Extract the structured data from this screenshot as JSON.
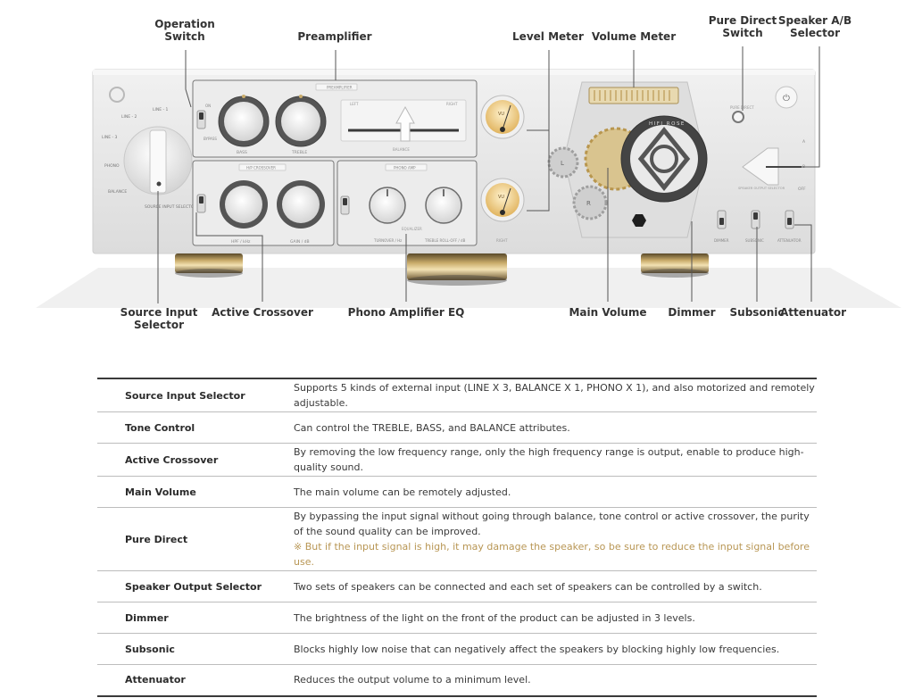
{
  "colors": {
    "accent_gold": "#b89654",
    "panel": "#e9e9e9",
    "rule": "#3a3a3a"
  },
  "callouts": {
    "operation_switch": "Operation\nSwitch",
    "preamplifier": "Preamplifier",
    "level_meter": "Level Meter",
    "volume_meter": "Volume Meter",
    "pure_direct_switch": "Pure Direct\nSwitch",
    "speaker_ab_selector": "Speaker A/B\nSelector",
    "source_input_selector": "Source Input\nSelector",
    "active_crossover": "Active Crossover",
    "phono_amplifier_eq": "Phono Amplifier EQ",
    "main_volume": "Main Volume",
    "dimmer": "Dimmer",
    "subsonic": "Subsonic",
    "attenuator": "Attenuator"
  },
  "device": {
    "preamp_header": "PREAMPLIFIER",
    "hp_crossover_header": "H/P CROSSOVER",
    "phono_amp_header": "PHONO AMP",
    "line1": "LINE - 1",
    "line2": "LINE - 2",
    "line3": "LINE - 3",
    "phono": "PHONO",
    "balance": "BALANCE",
    "source_input_label": "SOURCE INPUT SELECTOR",
    "on": "ON",
    "bypass": "BYPASS",
    "off": "OFF",
    "bass": "BASS",
    "treble": "TREBLE",
    "balance_label": "BALANCE",
    "left": "LEFT",
    "right": "RIGHT",
    "hpf_khz": "HPF / kHz",
    "gain_db": "GAIN / dB",
    "turnover_hz": "TURNOVER / Hz",
    "treble_roll": "TREBLE ROLL-OFF / dB",
    "equalizer": "EQUALIZER",
    "vu": "VU",
    "pure_direct": "PURE DIRECT",
    "speaker_output_label": "SPEAKER OUTPUT SELECTOR",
    "dimmer": "DIMMER",
    "subsonic": "SUBSONIC",
    "attenuator": "ATTENUATOR",
    "brand": "HIFI ROSE",
    "a": "A",
    "b": "B",
    "r": "R",
    "l": "L"
  },
  "features": [
    {
      "name": "Source Input Selector",
      "desc": "Supports 5 kinds of external input (LINE X 3, BALANCE X 1, PHONO X 1), and also motorized and remotely adjustable."
    },
    {
      "name": "Tone Control",
      "desc": "Can control the TREBLE, BASS, and BALANCE attributes."
    },
    {
      "name": "Active Crossover",
      "desc": "By removing the low frequency range, only the high frequency range is output, enable to produce high-quality sound."
    },
    {
      "name": "Main Volume",
      "desc": "The main volume can be remotely adjusted."
    },
    {
      "name": "Pure Direct",
      "desc": "By bypassing the input signal without going through balance, tone control or active crossover, the purity of the sound quality can be improved.",
      "note": "※ But if the input signal is high, it may damage the speaker, so be sure to reduce the input signal before use."
    },
    {
      "name": "Speaker Output Selector",
      "desc": "Two sets of speakers can be connected and each set of speakers can be controlled by a switch."
    },
    {
      "name": "Dimmer",
      "desc": "The brightness of the light on the front of the product can be adjusted in 3 levels."
    },
    {
      "name": "Subsonic",
      "desc": "Blocks highly low noise that can negatively affect the speakers by blocking highly low frequencies."
    },
    {
      "name": "Attenuator",
      "desc": "Reduces the output volume to a minimum level."
    }
  ]
}
